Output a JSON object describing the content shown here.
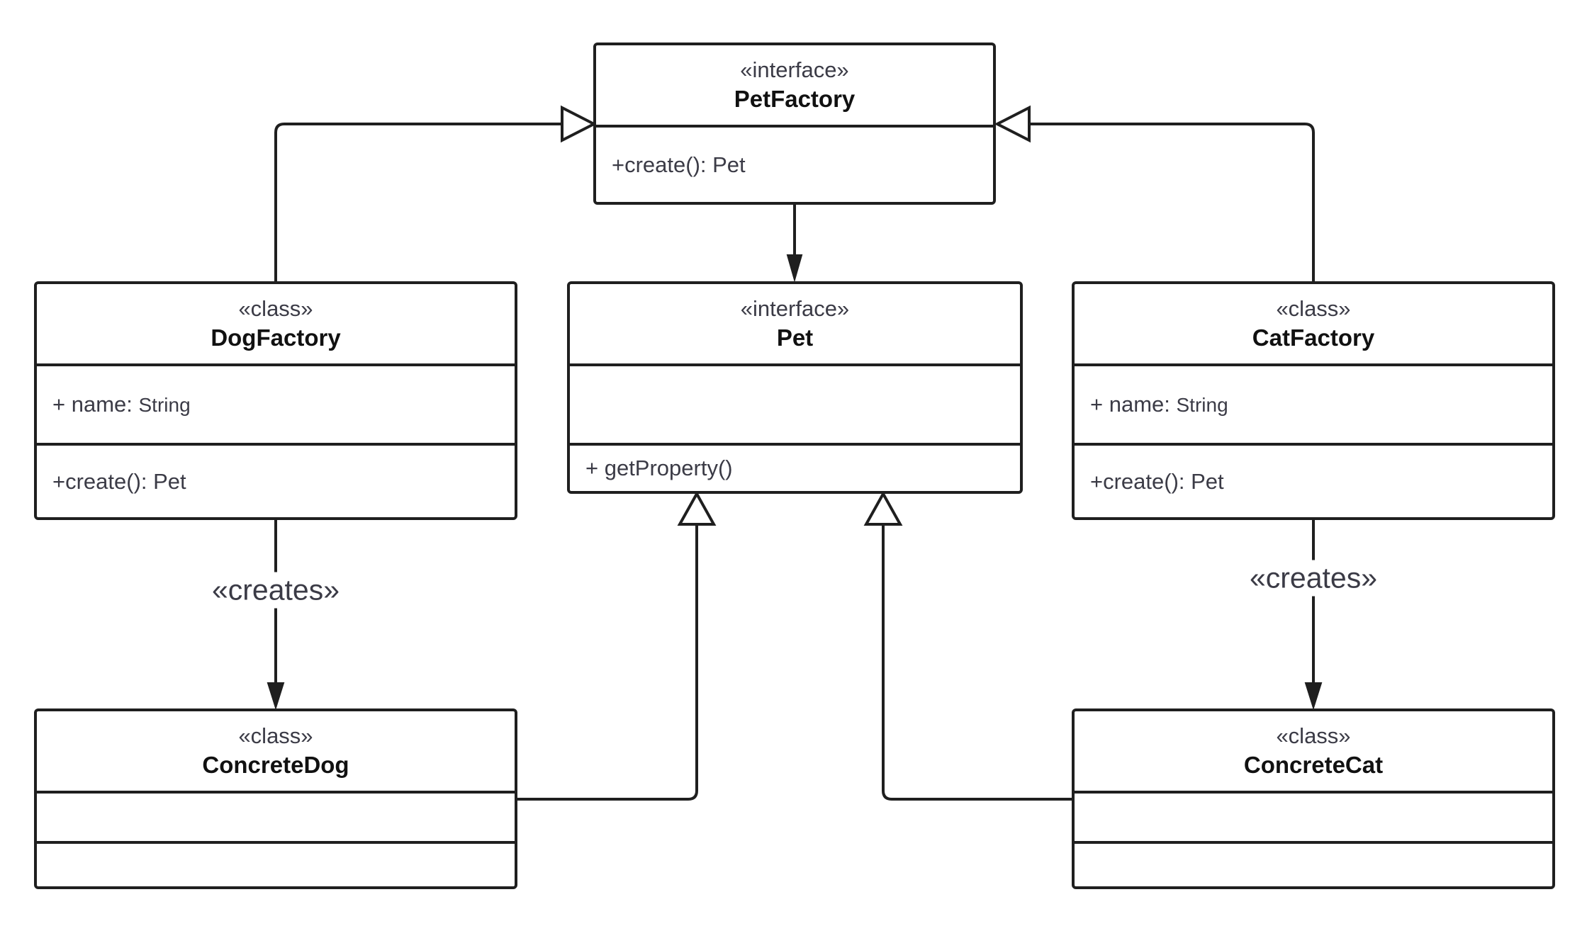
{
  "diagram": {
    "classes": {
      "pet_factory": {
        "stereotype": "«interface»",
        "name": "PetFactory",
        "methods": [
          "+create(): Pet"
        ]
      },
      "dog_factory": {
        "stereotype": "«class»",
        "name": "DogFactory",
        "attribute": {
          "name": "+ name: ",
          "type": "String"
        },
        "methods": [
          "+create(): Pet"
        ]
      },
      "pet": {
        "stereotype": "«interface»",
        "name": "Pet",
        "methods": [
          "+ getProperty()"
        ]
      },
      "cat_factory": {
        "stereotype": "«class»",
        "name": "CatFactory",
        "attribute": {
          "name": "+ name: ",
          "type": "String"
        },
        "methods": [
          "+create(): Pet"
        ]
      },
      "concrete_dog": {
        "stereotype": "«class»",
        "name": "ConcreteDog"
      },
      "concrete_cat": {
        "stereotype": "«class»",
        "name": "ConcreteCat"
      }
    },
    "relationships": {
      "dog_creates_label": "«creates»",
      "cat_creates_label": "«creates»"
    },
    "colors": {
      "stroke": "#1f1f1f",
      "text": "#3b3b46",
      "title_text": "#111111",
      "background": "#ffffff"
    }
  }
}
